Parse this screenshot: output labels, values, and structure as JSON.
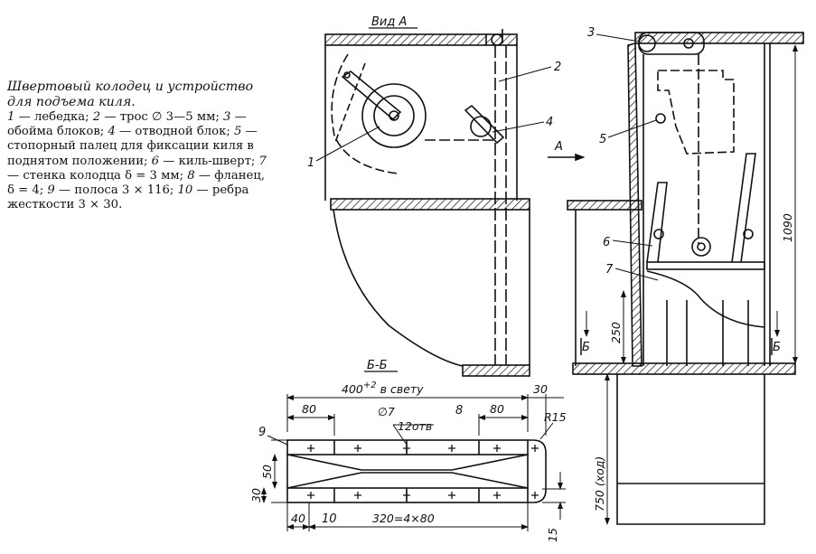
{
  "caption": {
    "title": "Швертовый колодец и устройство для подъема киля.",
    "items": [
      {
        "num": "1",
        "text": "лебедка;"
      },
      {
        "num": "2",
        "text": "трос ∅ 3—5 мм;"
      },
      {
        "num": "3",
        "text": "обойма блоков;"
      },
      {
        "num": "4",
        "text": "отводной блок;"
      },
      {
        "num": "5",
        "text": "стопорный палец для фиксации киля в поднятом положении;"
      },
      {
        "num": "6",
        "text": "киль-шверт;"
      },
      {
        "num": "7",
        "text": "стенка колодца δ = 3 мм;"
      },
      {
        "num": "8",
        "text": "фланец, δ = 4;"
      },
      {
        "num": "9",
        "text": "полоса 3 × 116;"
      },
      {
        "num": "10",
        "text": "ребра жесткости 3 × 30."
      }
    ]
  },
  "views": {
    "view_a": "Вид А",
    "section": "Б-Б",
    "arrow_a": "А",
    "cut_mark": "Б"
  },
  "callouts": {
    "c1": "1",
    "c2": "2",
    "c3": "3",
    "c4": "4",
    "c5": "5",
    "c6": "6",
    "c7": "7",
    "c8": "8",
    "c9": "9",
    "c10": "10"
  },
  "dimensions": {
    "width_clear_base": "400",
    "width_clear_tol": "+2",
    "width_clear_suffix": "в свету",
    "d30": "30",
    "d80_left": "80",
    "d80_right": "80",
    "hole_dia": "∅7",
    "holes": "12отв",
    "r15": "R15",
    "d50": "50",
    "d30_left": "30",
    "d40": "40",
    "d320": "320=4×80",
    "d15": "15",
    "d1090": "1090",
    "d250": "250",
    "d750": "750 (ход)"
  }
}
